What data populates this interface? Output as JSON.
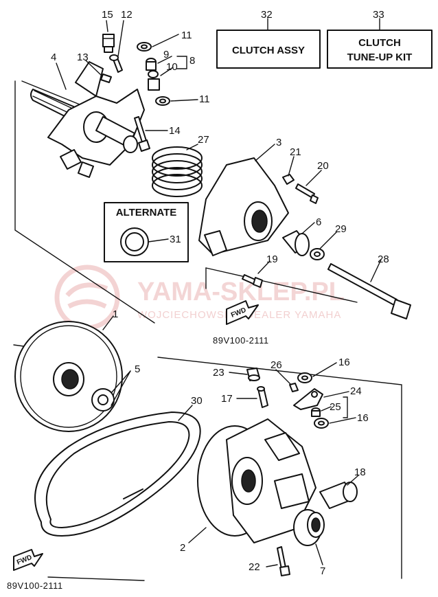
{
  "diagram": {
    "assembly_boxes": [
      {
        "ref": "32",
        "label": "CLUTCH ASSY"
      },
      {
        "ref": "33",
        "label_line1": "CLUTCH",
        "label_line2": "TUNE-UP KIT"
      }
    ],
    "alternate_box_label": "ALTERNATE",
    "part_code_upper": "89V100-2111",
    "part_code_lower": "89V100-2111",
    "fwd_label": "FWD",
    "callouts": [
      "1",
      "2",
      "3",
      "4",
      "5",
      "6",
      "7",
      "8",
      "9",
      "10",
      "11",
      "11",
      "12",
      "13",
      "14",
      "15",
      "16",
      "16",
      "17",
      "18",
      "19",
      "20",
      "21",
      "22",
      "23",
      "24",
      "25",
      "26",
      "27",
      "28",
      "29",
      "30",
      "31"
    ]
  },
  "watermark": {
    "title": "YAMA-SKLEP.PL",
    "subtitle": "WOJCIECHOWSKI | DEALER YAMAHA",
    "color": "#f0c8c8"
  }
}
